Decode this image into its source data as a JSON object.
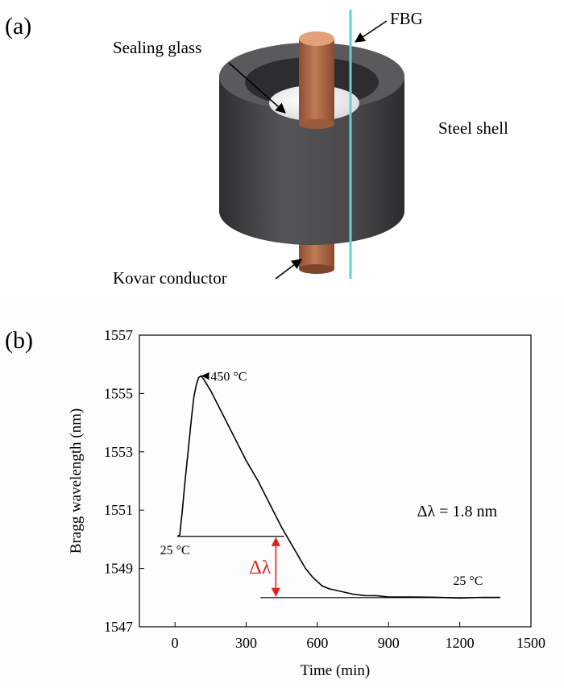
{
  "panel_a": {
    "label": "(a)",
    "labels": {
      "sealing_glass": "Sealing glass",
      "fbg": "FBG",
      "steel_shell": "Steel shell",
      "kovar_conductor": "Kovar conductor"
    },
    "colors": {
      "shell": "#4b4b4d",
      "shell_dark": "#323234",
      "conductor": "#b86f4c",
      "conductor_top": "#e0a17b",
      "glass": "#f4f4f4",
      "fiber": "#5fd3d3"
    },
    "icons": [
      "arrow-icon"
    ]
  },
  "panel_b": {
    "label": "(b)",
    "annotations": {
      "peak": "450 °C",
      "start": "25 °C",
      "end": "25 °C",
      "shift_label": "Δλ = 1.8 nm",
      "delta_symbol": "Δλ"
    },
    "colors": {
      "line": "#000000",
      "delta_arrow": "#e0241b"
    }
  },
  "chart_data": {
    "type": "line",
    "xlabel": "Time (min)",
    "ylabel": "Bragg wavelength (nm)",
    "xlim": [
      -150,
      1500
    ],
    "ylim": [
      1547,
      1557
    ],
    "xticks": [
      0,
      300,
      600,
      900,
      1200,
      1500
    ],
    "yticks": [
      1547,
      1549,
      1551,
      1553,
      1555,
      1557
    ],
    "grid": false,
    "series": [
      {
        "x": [
          10,
          20,
          30,
          40,
          50,
          60,
          70,
          80,
          90,
          100,
          110,
          120,
          150,
          200,
          250,
          300,
          350,
          400,
          450,
          500,
          550,
          580,
          600,
          620,
          650,
          700,
          750,
          800,
          850,
          900,
          1000,
          1100,
          1200,
          1300,
          1370
        ],
        "y": [
          1550.1,
          1550.15,
          1550.9,
          1551.8,
          1552.6,
          1553.4,
          1554.2,
          1554.9,
          1555.3,
          1555.55,
          1555.6,
          1555.5,
          1555.1,
          1554.3,
          1553.5,
          1552.7,
          1552.0,
          1551.2,
          1550.4,
          1549.7,
          1549.0,
          1548.7,
          1548.55,
          1548.4,
          1548.3,
          1548.2,
          1548.12,
          1548.08,
          1548.05,
          1548.03,
          1548.02,
          1548.0,
          1548.0,
          1548.0,
          1548.0
        ]
      }
    ],
    "reference_levels": [
      {
        "y": 1550.1,
        "x_start": 10,
        "x_end": 460
      },
      {
        "y": 1548.0,
        "x_start": 360,
        "x_end": 1370
      }
    ],
    "delta_arrow": {
      "x": 425,
      "y_from": 1550.1,
      "y_to": 1548.0
    }
  }
}
